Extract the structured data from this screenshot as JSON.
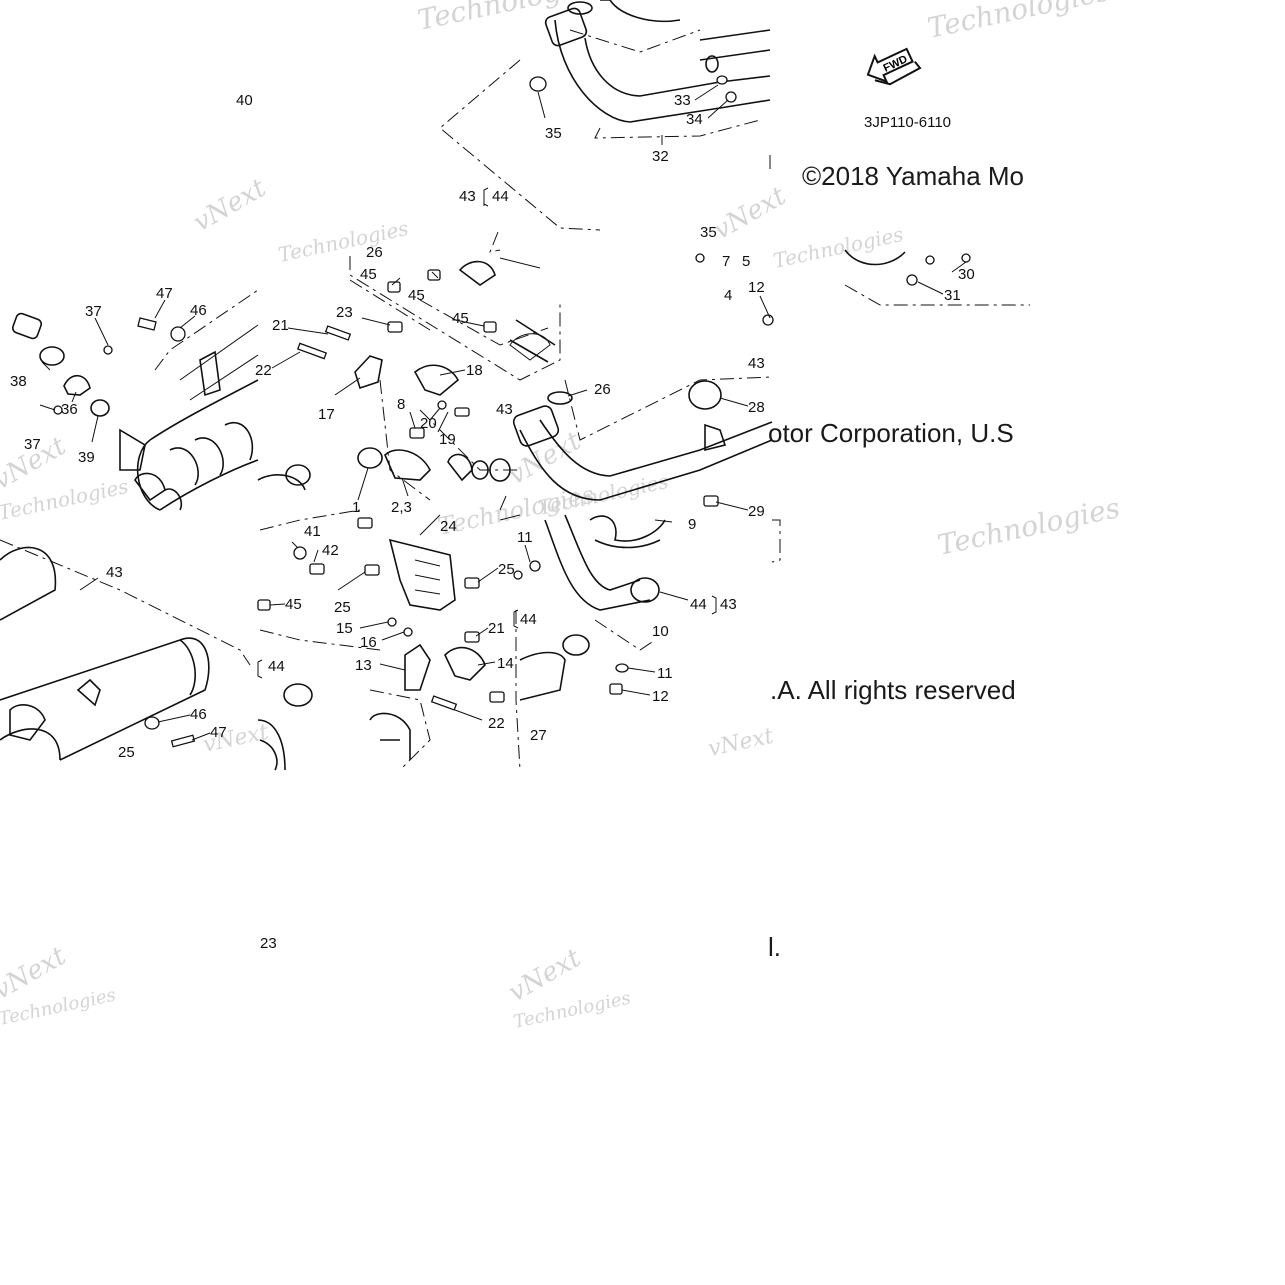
{
  "diagram": {
    "part_code": "3JP110-6110",
    "fwd_label": "FWD",
    "copyright": {
      "line1": "©2018 Yamaha Mo",
      "line2": "otor Corporation, U.S",
      "line3": ".A. All rights reserved",
      "line4": "l."
    },
    "watermark": {
      "brand": "vNext",
      "word": "Technologies"
    },
    "callouts": [
      "1",
      "2,3",
      "4",
      "5",
      "7",
      "8",
      "9",
      "10",
      "11",
      "11",
      "12",
      "12",
      "13",
      "14",
      "15",
      "16",
      "17",
      "18",
      "19",
      "20",
      "21",
      "21",
      "22",
      "22",
      "23",
      "23",
      "24",
      "25",
      "25",
      "25",
      "26",
      "26",
      "27",
      "28",
      "29",
      "30",
      "31",
      "32",
      "33",
      "34",
      "35",
      "35",
      "36",
      "37",
      "37",
      "38",
      "39",
      "40",
      "41",
      "42",
      "43",
      "43",
      "43",
      "43",
      "43",
      "44",
      "44",
      "44",
      "44",
      "45",
      "45",
      "45",
      "45",
      "46",
      "46",
      "47",
      "47"
    ]
  }
}
